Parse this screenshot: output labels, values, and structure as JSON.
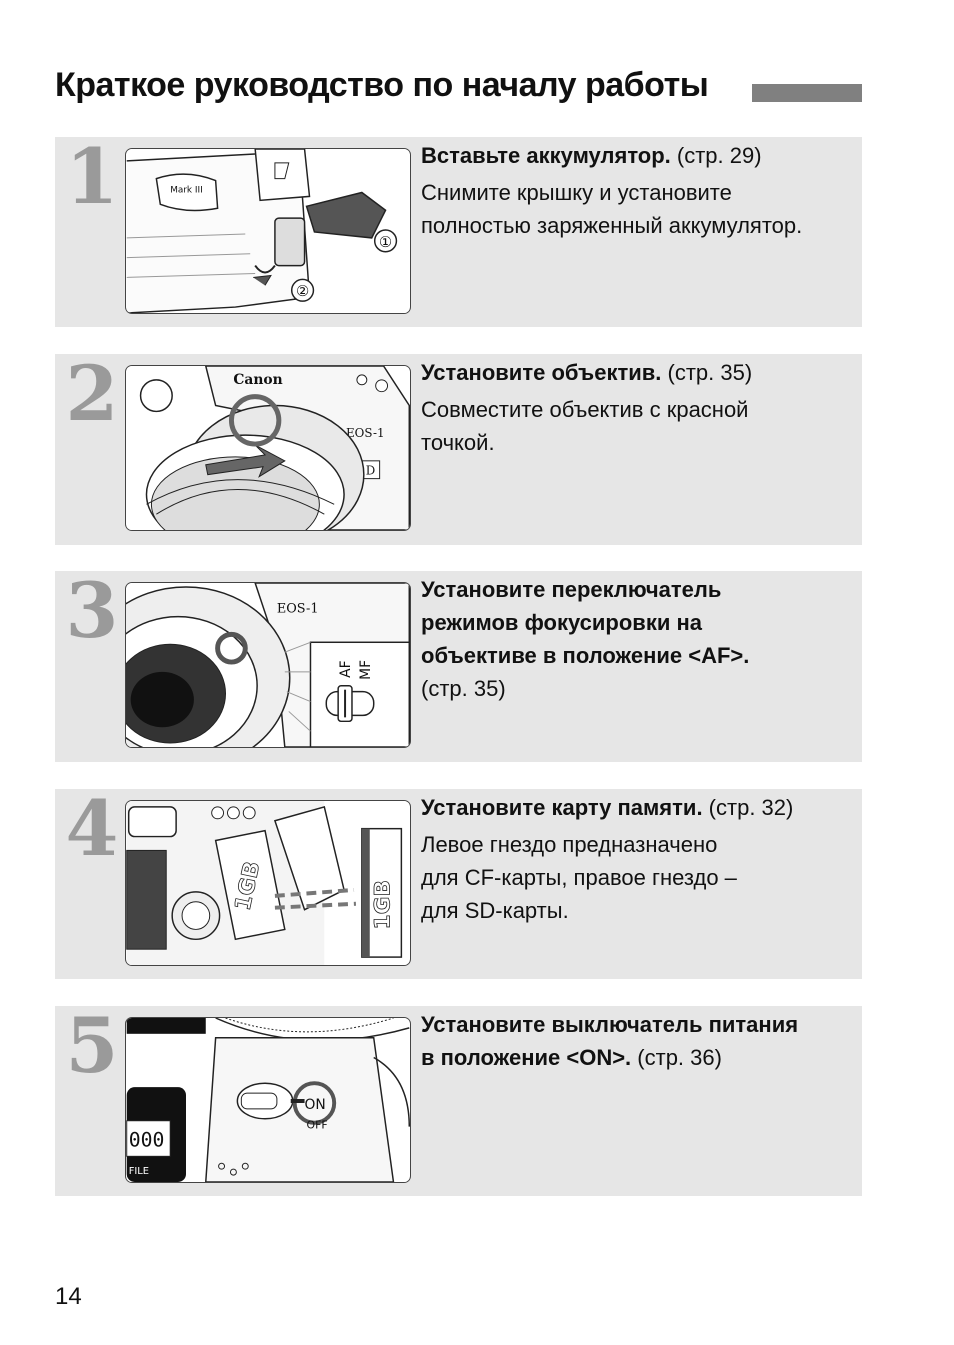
{
  "page": {
    "title": "Краткое руководство по началу работы",
    "page_number": "14"
  },
  "steps": [
    {
      "number": "1",
      "heading": "Вставьте аккумулятор.",
      "ref": " (стр. 29)",
      "description_lines": [
        "Снимите крышку и установите",
        "полностью заряженный аккумулятор."
      ],
      "callouts": [
        "①",
        "②"
      ],
      "drawing_text": [
        "Mark III"
      ]
    },
    {
      "number": "2",
      "heading": "Установите объектив.",
      "ref": " (стр. 35)",
      "description_lines": [
        "Совместите объектив с красной",
        "точкой."
      ],
      "drawing_text": [
        "Canon",
        "EOS-1",
        "D"
      ]
    },
    {
      "number": "3",
      "heading_lines": [
        "Установите переключатель",
        "режимов фокусировки на",
        "объективе в положение <AF>."
      ],
      "ref": "(стр. 35)",
      "drawing_text": [
        "EOS-1",
        "AF",
        "MF"
      ]
    },
    {
      "number": "4",
      "heading": "Установите карту памяти.",
      "ref": " (стр. 32)",
      "description_lines": [
        "Левое гнездо предназначено",
        "для CF-карты, правое гнездо –",
        "для SD-карты."
      ],
      "drawing_text": [
        "1GB",
        "1GB"
      ]
    },
    {
      "number": "5",
      "heading_lines": [
        "Установите выключатель питания",
        "в положение <ON>."
      ],
      "ref": " (стр. 36)",
      "drawing_text": [
        "ON",
        "OFF",
        "000",
        "FILE"
      ]
    }
  ]
}
